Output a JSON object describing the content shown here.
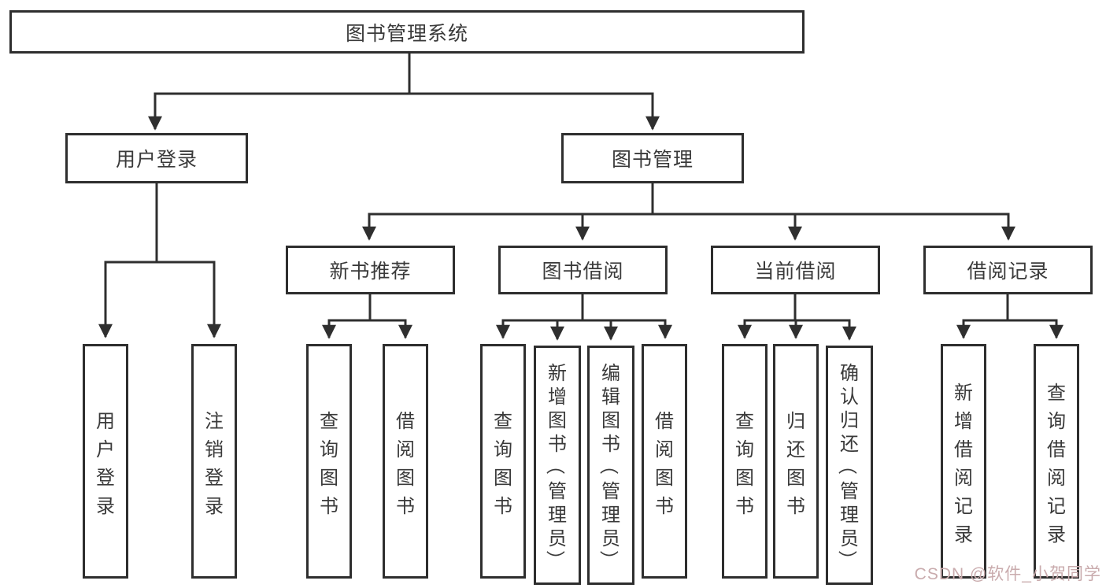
{
  "title": "图书管理系统",
  "watermark": "CSDN @软件_小贺同学",
  "colors": {
    "line": "#2f2f2f",
    "border": "#2e2e2e",
    "text": "#3a3a3a",
    "watermark": "#c9abad",
    "background": "#ffffff"
  },
  "nodes": {
    "root": "图书管理系统",
    "user_login": "用户登录",
    "book_mgmt": "图书管理",
    "new_book": "新书推荐",
    "book_borrow": "图书借阅",
    "current_borrow": "当前借阅",
    "borrow_record": "借阅记录",
    "leaves": {
      "user_login": [
        "用户登录",
        "注销登录"
      ],
      "new_book": [
        "查询图书",
        "借阅图书"
      ],
      "book_borrow": [
        "查询图书",
        "新增图书（管理员）",
        "编辑图书（管理员）",
        "借阅图书"
      ],
      "current_borrow": [
        "查询图书",
        "归还图书",
        "确认归还（管理员）"
      ],
      "borrow_record": [
        "新增借阅记录",
        "查询借阅记录"
      ]
    }
  }
}
